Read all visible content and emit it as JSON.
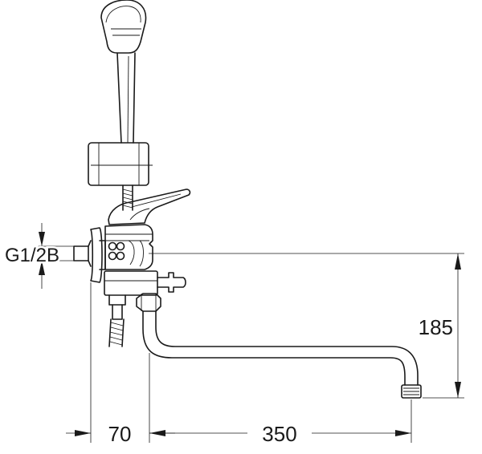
{
  "labels": {
    "thread": "G1/2B",
    "height_185": "185",
    "width_70": "70",
    "width_350": "350"
  }
}
